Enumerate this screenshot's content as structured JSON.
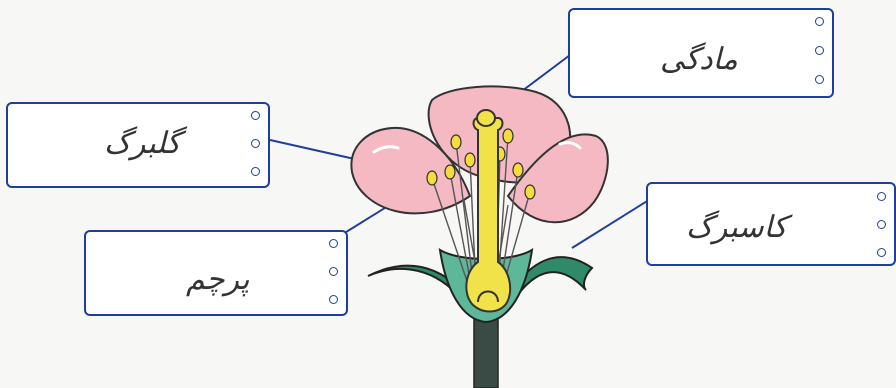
{
  "diagram": {
    "labels": {
      "petal": "گلبرگ",
      "pistil": "مادگی",
      "stamen": "پرچم",
      "sepal": "کاسبرگ"
    },
    "colors": {
      "box_border": "#1f3f9a",
      "petal": "#f4b9c3",
      "sepal": "#2e8a68",
      "pistil": "#f2e24a",
      "stem": "#3a4a45"
    }
  }
}
